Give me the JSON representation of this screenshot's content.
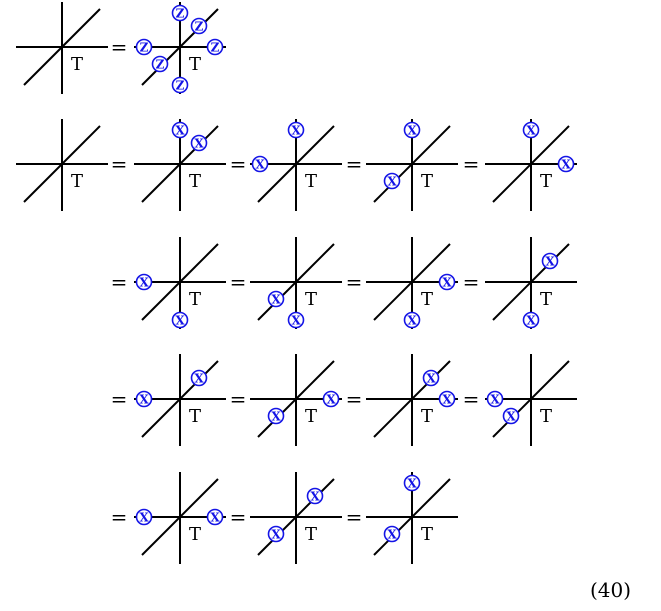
{
  "title": "",
  "equation_number": "(40)",
  "tensor_label": "T",
  "equals_sign": "=",
  "operator_colors": {
    "line": "#000000",
    "operator": "#1414e6"
  },
  "equations": [
    {
      "id": "z-identity",
      "terms": [
        {
          "ops": []
        },
        {
          "ops": [
            {
              "letter": "Z",
              "leg": "up"
            },
            {
              "letter": "Z",
              "leg": "diag-up"
            },
            {
              "letter": "Z",
              "leg": "left"
            },
            {
              "letter": "Z",
              "leg": "right"
            },
            {
              "letter": "Z",
              "leg": "diag-down"
            },
            {
              "letter": "Z",
              "leg": "down"
            }
          ]
        }
      ]
    },
    {
      "id": "x-identities-1",
      "terms": [
        {
          "ops": []
        },
        {
          "ops": [
            {
              "letter": "X",
              "leg": "up"
            },
            {
              "letter": "X",
              "leg": "diag-up"
            }
          ]
        },
        {
          "ops": [
            {
              "letter": "X",
              "leg": "up"
            },
            {
              "letter": "X",
              "leg": "left"
            }
          ]
        },
        {
          "ops": [
            {
              "letter": "X",
              "leg": "up"
            },
            {
              "letter": "X",
              "leg": "diag-down"
            }
          ]
        },
        {
          "ops": [
            {
              "letter": "X",
              "leg": "up"
            },
            {
              "letter": "X",
              "leg": "right"
            }
          ]
        }
      ]
    },
    {
      "id": "x-identities-2",
      "terms": [
        {
          "ops": [
            {
              "letter": "X",
              "leg": "left"
            },
            {
              "letter": "X",
              "leg": "down"
            }
          ]
        },
        {
          "ops": [
            {
              "letter": "X",
              "leg": "diag-down"
            },
            {
              "letter": "X",
              "leg": "down"
            }
          ]
        },
        {
          "ops": [
            {
              "letter": "X",
              "leg": "right"
            },
            {
              "letter": "X",
              "leg": "down"
            }
          ]
        },
        {
          "ops": [
            {
              "letter": "X",
              "leg": "diag-up"
            },
            {
              "letter": "X",
              "leg": "down"
            }
          ]
        }
      ]
    },
    {
      "id": "x-identities-3",
      "terms": [
        {
          "ops": [
            {
              "letter": "X",
              "leg": "left"
            },
            {
              "letter": "X",
              "leg": "diag-up"
            }
          ]
        },
        {
          "ops": [
            {
              "letter": "X",
              "leg": "diag-down"
            },
            {
              "letter": "X",
              "leg": "right"
            }
          ]
        },
        {
          "ops": [
            {
              "letter": "X",
              "leg": "diag-up"
            },
            {
              "letter": "X",
              "leg": "right"
            }
          ]
        },
        {
          "ops": [
            {
              "letter": "X",
              "leg": "left"
            },
            {
              "letter": "X",
              "leg": "diag-down"
            }
          ]
        }
      ]
    },
    {
      "id": "x-identities-4",
      "terms": [
        {
          "ops": [
            {
              "letter": "X",
              "leg": "left"
            },
            {
              "letter": "X",
              "leg": "right"
            }
          ]
        },
        {
          "ops": [
            {
              "letter": "X",
              "leg": "diag-down"
            },
            {
              "letter": "X",
              "leg": "diag-up"
            }
          ]
        },
        {
          "ops": [
            {
              "letter": "X",
              "leg": "up"
            },
            {
              "letter": "X",
              "leg": "diag-down"
            }
          ]
        }
      ]
    }
  ]
}
